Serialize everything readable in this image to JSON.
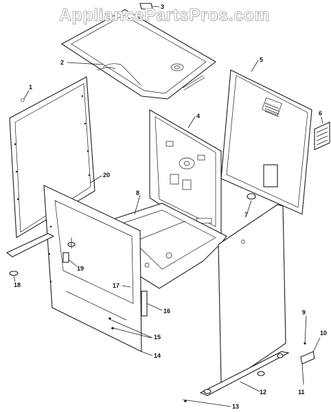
{
  "watermark": "AppliancePartsPros.com",
  "callouts": [
    {
      "id": "p1",
      "label": "1"
    },
    {
      "id": "p2",
      "label": "2"
    },
    {
      "id": "p3",
      "label": "3"
    },
    {
      "id": "p4",
      "label": "4"
    },
    {
      "id": "p5",
      "label": "5"
    },
    {
      "id": "p6",
      "label": "6"
    },
    {
      "id": "p7",
      "label": "7"
    },
    {
      "id": "p8",
      "label": "8"
    },
    {
      "id": "p9",
      "label": "9"
    },
    {
      "id": "p10",
      "label": "10"
    },
    {
      "id": "p11",
      "label": "11"
    },
    {
      "id": "p12",
      "label": "12"
    },
    {
      "id": "p13",
      "label": "13"
    },
    {
      "id": "p14",
      "label": "14"
    },
    {
      "id": "p15",
      "label": "15"
    },
    {
      "id": "p16",
      "label": "16"
    },
    {
      "id": "p17",
      "label": "17"
    },
    {
      "id": "p18",
      "label": "18"
    },
    {
      "id": "p19",
      "label": "19"
    },
    {
      "id": "p20",
      "label": "20"
    }
  ]
}
